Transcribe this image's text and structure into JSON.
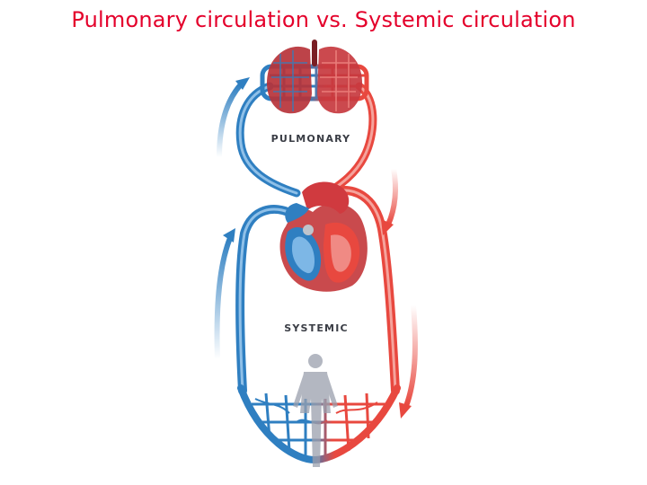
{
  "slide": {
    "title": "Pulmonary circulation vs. Systemic circulation"
  },
  "diagram": {
    "labels": {
      "pulmonary": "PULMONARY",
      "systemic": "SYSTEMIC"
    },
    "colors": {
      "title": "#e4002b",
      "oxygenated": "#e8483f",
      "deoxygenated": "#2f7fc1",
      "label": "#3a3d45"
    }
  }
}
